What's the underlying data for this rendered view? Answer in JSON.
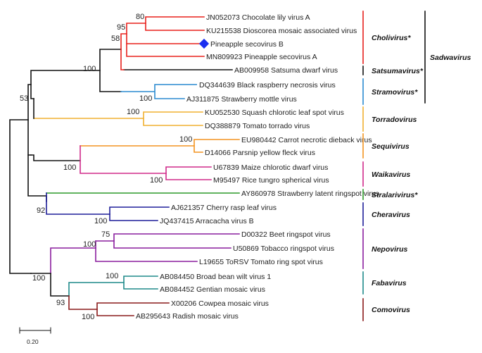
{
  "scale_label": "0.20",
  "colors": {
    "black": "#111111",
    "cholivirus": "#e8201c",
    "stramovirus": "#2a8ad0",
    "torradovirus": "#f0b030",
    "sequivirus": "#f39420",
    "waikavirus": "#d02a8a",
    "stralarivirus": "#2d9a2a",
    "cheravirus": "#1f1f9a",
    "nepovirus": "#8a1e9e",
    "fabavirus": "#1f8a8a",
    "comovirus": "#8a1a1a",
    "highlight": "#1a2ef0"
  },
  "leaves": [
    "JN052073 Chocolate lily virus A",
    "KU215538 Dioscorea mosaic associated virus",
    "Pineapple secovirus B",
    "MN809923 Pineapple secovirus A",
    "AB009958 Satsuma dwarf virus",
    "DQ344639 Black raspberry necrosis virus",
    "AJ311875 Strawberry mottle virus",
    "KU052530 Squash chlorotic leaf spot virus",
    "DQ388879 Tomato torrado virus",
    "EU980442 Carrot necrotic dieback virus",
    "D14066 Parsnip yellow fleck virus",
    "U67839 Maize chlorotic dwarf virus",
    "M95497 Rice tungro spherical virus",
    "AY860978 Strawberry latent ringspot virus",
    "AJ621357 Cherry rasp leaf virus",
    "JQ437415 Arracacha virus B",
    "D00322 Beet ringspot virus",
    "U50869 Tobacco ringspot virus",
    "L19655 ToRSV Tomato ring spot virus",
    "AB084450 Broad bean wilt virus 1",
    "AB084452 Gentian mosaic virus",
    "X00206 Cowpea mosaic virus",
    "AB295643  Radish mosaic virus"
  ],
  "bootstraps": [
    "80",
    "95",
    "58",
    "100",
    "100",
    "53",
    "100",
    "100",
    "100",
    "100",
    "92",
    "100",
    "75",
    "100",
    "100",
    "100",
    "93",
    "100"
  ],
  "genera": [
    "Cholivirus*",
    "Satsumavirus*",
    "Stramovirus*",
    "Torradovirus",
    "Sequivirus",
    "Waikavirus",
    "Stralarivirus*",
    "Cheravirus",
    "Nepovirus",
    "Fabavirus",
    "Comovirus"
  ],
  "family": "Sadwavirus"
}
